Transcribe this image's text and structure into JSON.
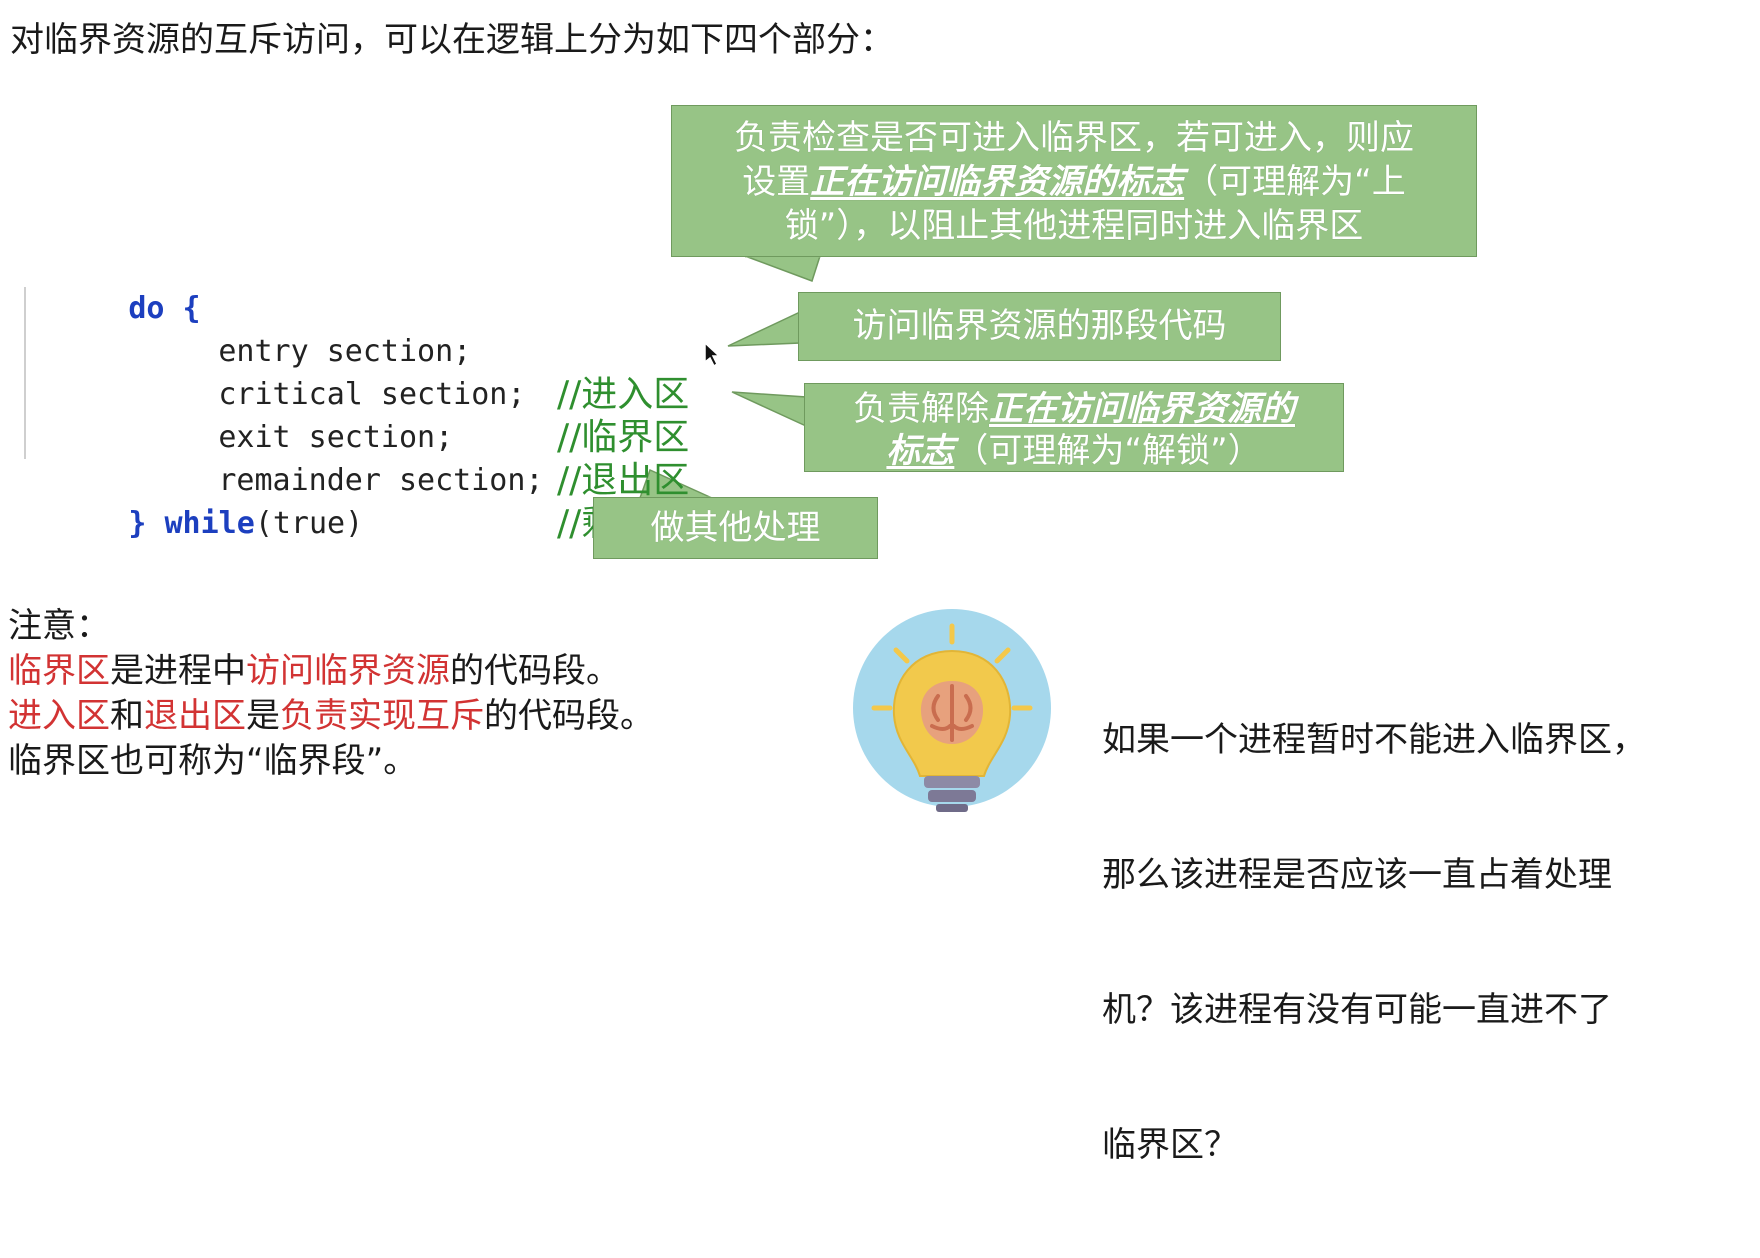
{
  "heading": "对临界资源的互斥访问，可以在逻辑上分为如下四个部分：",
  "code": {
    "do_keyword": "do",
    "open_brace": " {",
    "lines": [
      {
        "text": "entry section;",
        "comment": "//进入区"
      },
      {
        "text": "critical section;",
        "comment": "//临界区"
      },
      {
        "text": "exit section;",
        "comment": "//退出区"
      },
      {
        "text": "remainder section;",
        "comment": "//剩余区"
      }
    ],
    "close_brace": "}",
    "while_keyword": "while",
    "while_condition": "(true)"
  },
  "callouts": {
    "entry": {
      "line1": "负责检查是否可进入临界区，若可进入，则应",
      "line2_prefix": "设置",
      "line2_em": "正在访问临界资源的标志",
      "line2_suffix": "（可理解为“上",
      "line3": "锁”），以阻止其他进程同时进入临界区"
    },
    "critical": {
      "text": "访问临界资源的那段代码"
    },
    "exit": {
      "line1_prefix": "负责解除",
      "line1_em": "正在访问临界资源的",
      "line2_em": "标志",
      "line2_suffix": "（可理解为“解锁”）"
    },
    "remainder": {
      "text": "做其他处理"
    }
  },
  "notes": {
    "title": "注意：",
    "line1_red1": "临界区",
    "line1_mid": "是进程中",
    "line1_red2": "访问临界资源",
    "line1_end": "的代码段。",
    "line2_red1": "进入区",
    "line2_mid1": "和",
    "line2_red2": "退出区",
    "line2_mid2": "是",
    "line2_red3": "负责实现互斥",
    "line2_end": "的代码段。",
    "line3": "临界区也可称为“临界段”。"
  },
  "question": {
    "line1": "如果一个进程暂时不能进入临界区，",
    "line2": "那么该进程是否应该一直占着处理",
    "line3": "机？该进程有没有可能一直进不了",
    "line4": "临界区？"
  },
  "colors": {
    "keyword": "#1c3fbf",
    "comment": "#2f8f2f",
    "callout_fill": "#97c486",
    "callout_border": "#6f9a5e",
    "emphasis_red": "#d23333",
    "bulb_circle": "#a6d8ec",
    "bulb_glass": "#f2c94c",
    "bulb_brain": "#e7a17d",
    "bulb_base": "#8d8aa6"
  },
  "icons": {
    "bulb": "lightbulb-brain-icon",
    "cursor": "mouse-pointer-icon"
  }
}
